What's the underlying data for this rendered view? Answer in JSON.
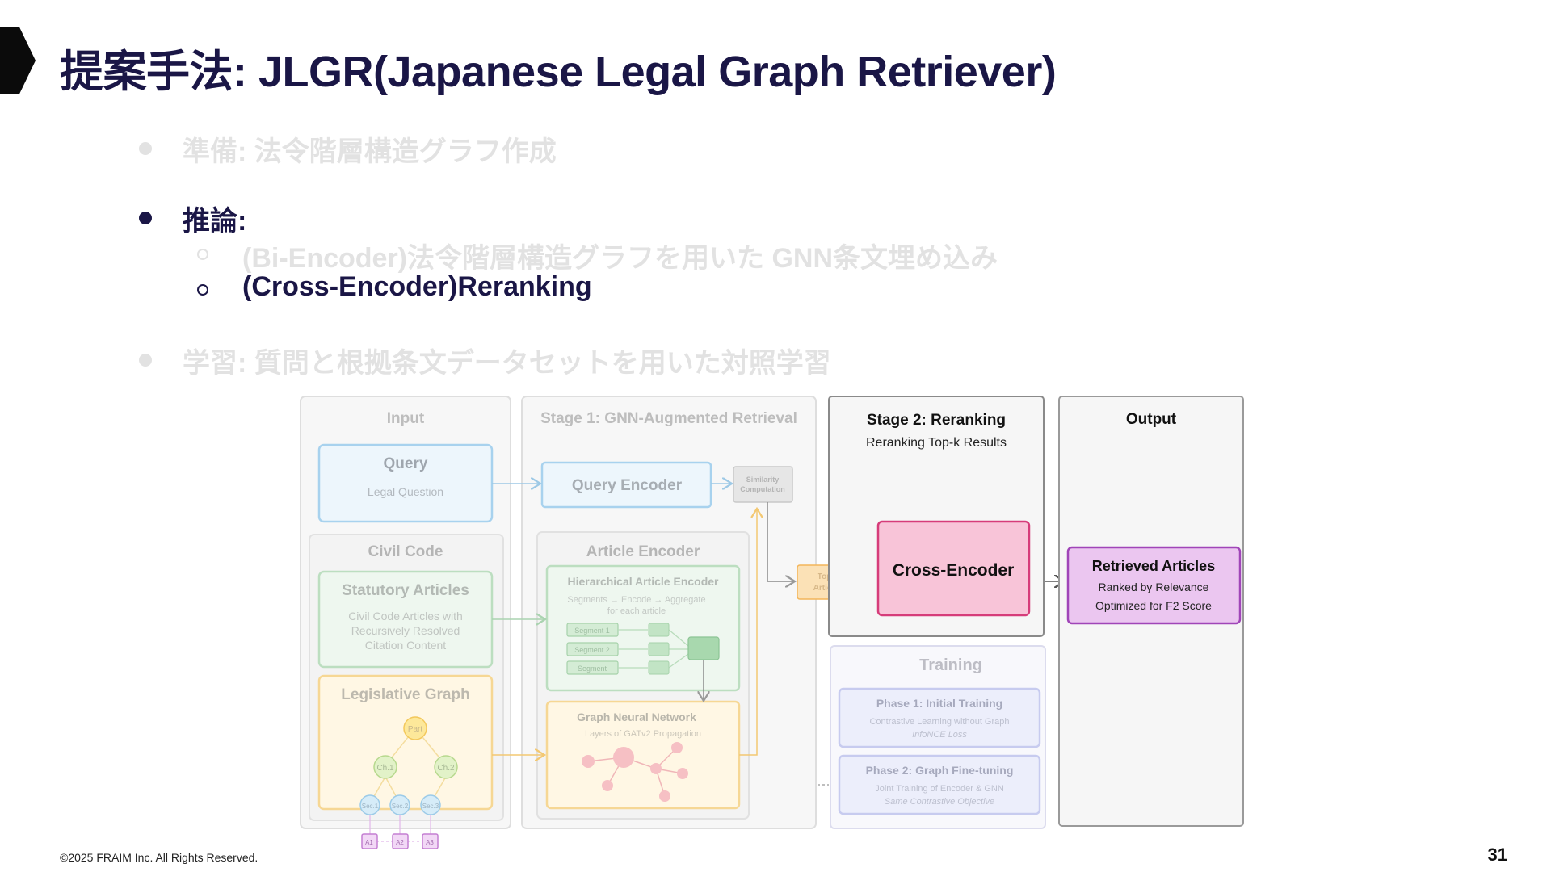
{
  "title": "提案手法: JLGR(Japanese Legal Graph Retriever)",
  "bullets": {
    "prep": "準備: 法令階層構造グラフ作成",
    "inference": "推論:",
    "sub_bi": "(Bi-Encoder)法令階層構造グラフを用いた GNN条文埋め込み",
    "sub_cross": "(Cross-Encoder)Reranking",
    "learning": "学習: 質問と根拠条文データセットを用いた対照学習"
  },
  "diagram": {
    "input": {
      "header": "Input",
      "query_title": "Query",
      "query_sub": "Legal Question",
      "civil_code": "Civil Code",
      "statutory_title": "Statutory Articles",
      "statutory_l1": "Civil Code Articles with",
      "statutory_l2": "Recursively Resolved",
      "statutory_l3": "Citation Content",
      "legis_title": "Legislative Graph",
      "node_part": "Part",
      "node_ch1": "Ch.1",
      "node_ch2": "Ch.2",
      "node_sec1": "Sec.1",
      "node_sec2": "Sec.2",
      "node_sec3": "Sec.3",
      "node_a1": "A1",
      "node_a2": "A2",
      "node_a3": "A3"
    },
    "stage1": {
      "header": "Stage 1: GNN-Augmented Retrieval",
      "query_encoder": "Query Encoder",
      "sim_l1": "Similarity",
      "sim_l2": "Computation",
      "article_encoder": "Article Encoder",
      "hier_title": "Hierarchical Article Encoder",
      "hier_l1": "Segments → Encode → Aggregate",
      "hier_l2": "for each article",
      "seg1": "Segment 1",
      "seg2": "Segment 2",
      "seg3": "Segment",
      "gnn_title": "Graph Neural Network",
      "gnn_sub": "Layers of GATv2 Propagation",
      "topk_l1": "Top-k",
      "topk_l2": "Articles"
    },
    "stage2": {
      "header": "Stage 2: Reranking",
      "sub": "Reranking Top-k Results",
      "cross": "Cross-Encoder"
    },
    "training": {
      "header": "Training",
      "p1_title": "Phase 1: Initial Training",
      "p1_l1": "Contrastive Learning without Graph",
      "p1_l2": "InfoNCE Loss",
      "p2_title": "Phase 2: Graph Fine-tuning",
      "p2_l1": "Joint Training of Encoder & GNN",
      "p2_l2": "Same Contrastive Objective"
    },
    "output": {
      "header": "Output",
      "title": "Retrieved Articles",
      "l1": "Ranked by Relevance",
      "l2": "Optimized for F2 Score"
    }
  },
  "footer": "©2025 FRAIM Inc. All Rights Reserved.",
  "page_number": "31",
  "colors": {
    "title": "#1a1646",
    "faded_text": "#e2e2e2",
    "cross_encoder_fill": "#f8c4d8",
    "cross_encoder_stroke": "#d63c7a",
    "output_fill": "#ebc6f0",
    "output_stroke": "#a045b8"
  }
}
